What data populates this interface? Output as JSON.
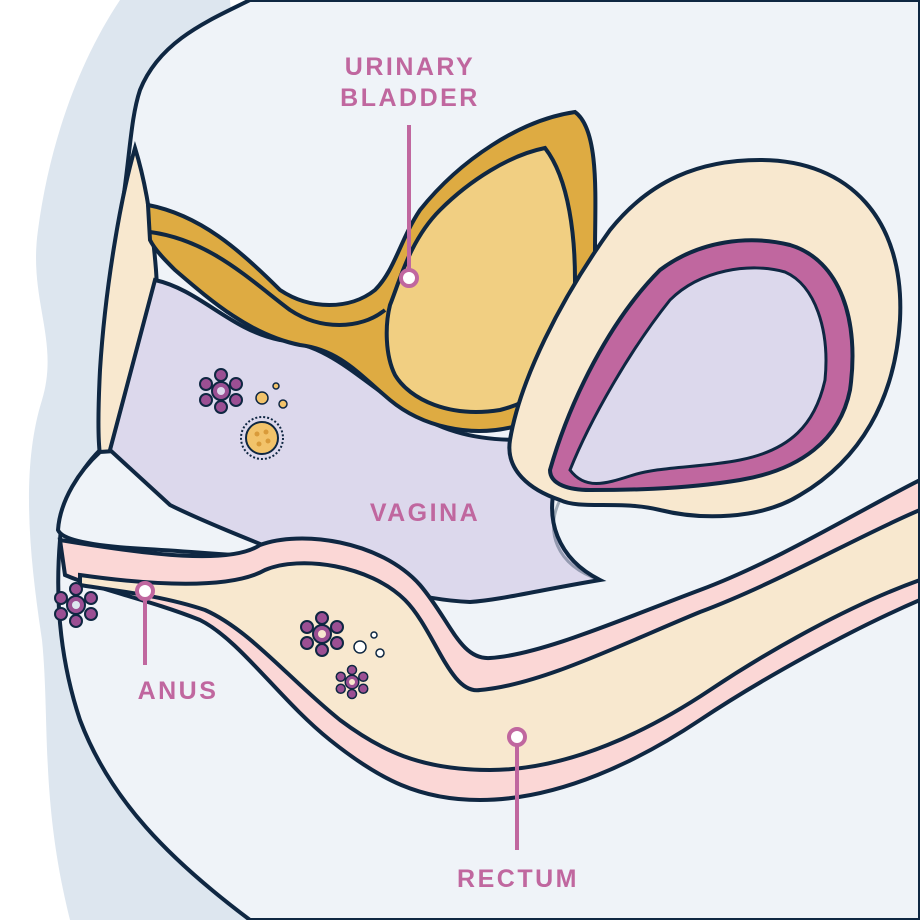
{
  "labels": {
    "bladder_line1": "URINARY",
    "bladder_line2": "BLADDER",
    "vagina": "VAGINA",
    "anus": "ANUS",
    "rectum": "RECTUM"
  },
  "colors": {
    "label": "#c0679f",
    "outline": "#0f2742",
    "background_shape": "#dde6ef",
    "body": "#eff3f8",
    "skin": "#f8e8cf",
    "bladder_outer": "#deab42",
    "bladder_inner": "#f1cf82",
    "vagina_fill": "#dcd8ec",
    "uterus_lining": "#c0679f",
    "rectum_wall": "#fbd7d6",
    "germ_purple": "#9b4f93",
    "germ_yellow": "#f2c36a"
  },
  "icons": [
    "bacteria-cluster-icon",
    "spiky-germ-icon",
    "pointer-dot-icon"
  ]
}
